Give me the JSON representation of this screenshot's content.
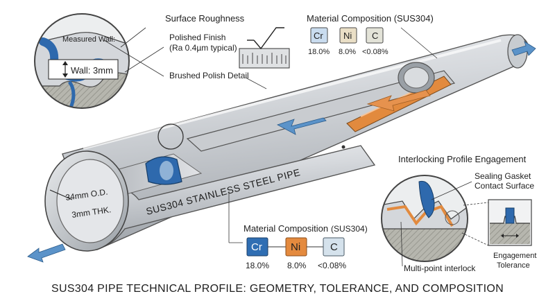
{
  "callouts": {
    "surface_roughness": "Surface Roughness",
    "polished_finish": "Polished Finish",
    "polished_finish_detail": "(Ra 0.4µm typical)",
    "brushed_polish": "Brushed Polish Detail",
    "measured_wall": "Measured Wall:",
    "wall_value": "Wall: 3mm",
    "interlocking_title": "Interlocking Profile Engagement",
    "sealing_gasket_1": "Sealing Gasket",
    "sealing_gasket_2": "Contact Surface",
    "multi_point": "Multi-point interlock",
    "engagement_1": "Engagement",
    "engagement_2": "Tolerance",
    "od": "34mm O.D.",
    "thk": "3mm THK.",
    "pipe_name": "SUS304 STAINLESS STEEL PIPE"
  },
  "composition_top": {
    "title": "Material Composition (SUS304)",
    "elements": [
      {
        "symbol": "Cr",
        "percent": "18.0%",
        "color": "#c9dcef"
      },
      {
        "symbol": "Ni",
        "percent": "8.0%",
        "color": "#eadfc6"
      },
      {
        "symbol": "C",
        "percent": "<0.08%",
        "color": "#e3e3d8"
      }
    ]
  },
  "composition_bottom": {
    "title": "Material Composition",
    "title_suffix": "(SUS304)",
    "elements": [
      {
        "symbol": "Cr",
        "percent": "18.0%",
        "color": "#2f6eb3"
      },
      {
        "symbol": "Ni",
        "percent": "8.0%",
        "color": "#e48a3e"
      },
      {
        "symbol": "C",
        "percent": "<0.08%",
        "color": "#d5e2ec"
      }
    ]
  },
  "footer": "SUS304 PIPE TECHNICAL PROFILE: GEOMETRY, TOLERANCE, AND COMPOSITION"
}
